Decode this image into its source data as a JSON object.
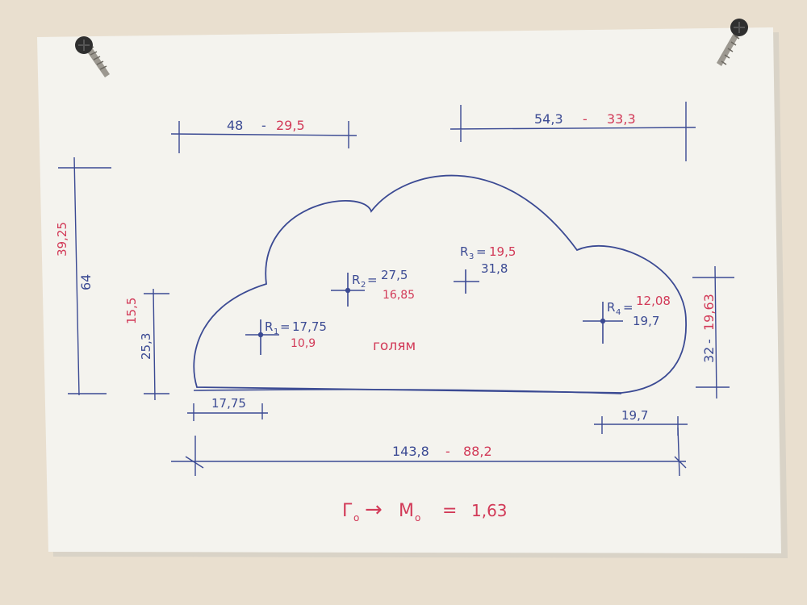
{
  "colors": {
    "wall": "#e9dfcf",
    "paper": "#f4f3ee",
    "blue_ink": "#3b4a93",
    "red_ink": "#d23a58",
    "screw": "#3a3a3a"
  },
  "labels": {
    "top_left": {
      "blue": "48",
      "sep": "-",
      "red": "29,5"
    },
    "top_right": {
      "blue": "54,3",
      "sep": "-",
      "red": "33,3"
    },
    "left_height": {
      "blue": "64",
      "red": "39,25"
    },
    "left_small": {
      "blue": "25,3",
      "red": "15,5"
    },
    "right_height": {
      "blue": "32",
      "sep": "-",
      "red": "19,63"
    },
    "bottom_left": {
      "blue": "17,75"
    },
    "bottom_right": {
      "blue": "19,7"
    },
    "bottom_total": {
      "blue": "143,8",
      "sep": "-",
      "red": "88,2"
    },
    "r1": {
      "name": "R",
      "sub": "1",
      "eq": "=",
      "blue": "17,75",
      "red": "10,9"
    },
    "r2": {
      "name": "R",
      "sub": "2",
      "eq": "=",
      "blue": "27,5",
      "red": "16,85"
    },
    "r3": {
      "name": "R",
      "sub": "3",
      "eq": "=",
      "red": "19,5",
      "blue": "31,8"
    },
    "r4": {
      "name": "R",
      "sub": "4",
      "eq": "=",
      "red": "12,08",
      "blue": "19,7"
    },
    "center_word": "голям",
    "formula": {
      "left": "Г",
      "left_sub": "о",
      "arrow": "→",
      "right": "М",
      "right_sub": "о",
      "eq": "=",
      "value": "1,63"
    }
  }
}
